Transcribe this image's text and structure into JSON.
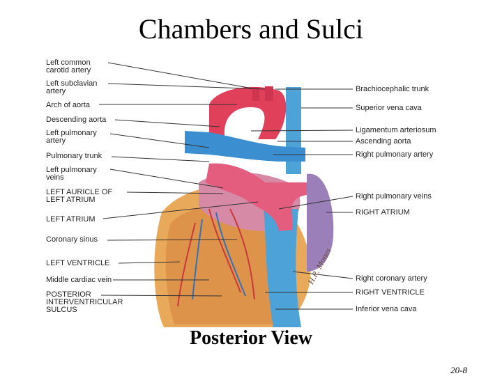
{
  "title": "Chambers and Sulci",
  "subtitle": "Posterior View",
  "slide_number": "20-8",
  "signature": "H.R. Mones",
  "left_labels": [
    "Left common\ncarotid artery",
    "Left subclavian\nartery",
    "Arch of aorta",
    "Descending aorta",
    "Left pulmonary\nartery",
    "Pulmonary trunk",
    "Left pulmonary\nveins",
    "LEFT AURICLE OF\nLEFT ATRIUM",
    "LEFT ATRIUM",
    "Coronary sinus",
    "LEFT VENTRICLE",
    "Middle cardiac vein",
    "POSTERIOR\nINTERVENTRICULAR\nSULCUS"
  ],
  "right_labels": [
    "Brachiocephalic trunk",
    "Superior vena cava",
    "Ligamentum arteriosum",
    "Ascending aorta",
    "Right pulmonary artery",
    "Right pulmonary veins",
    "RIGHT ATRIUM",
    "Right coronary artery",
    "RIGHT VENTRICLE",
    "Inferior vena cava"
  ]
}
